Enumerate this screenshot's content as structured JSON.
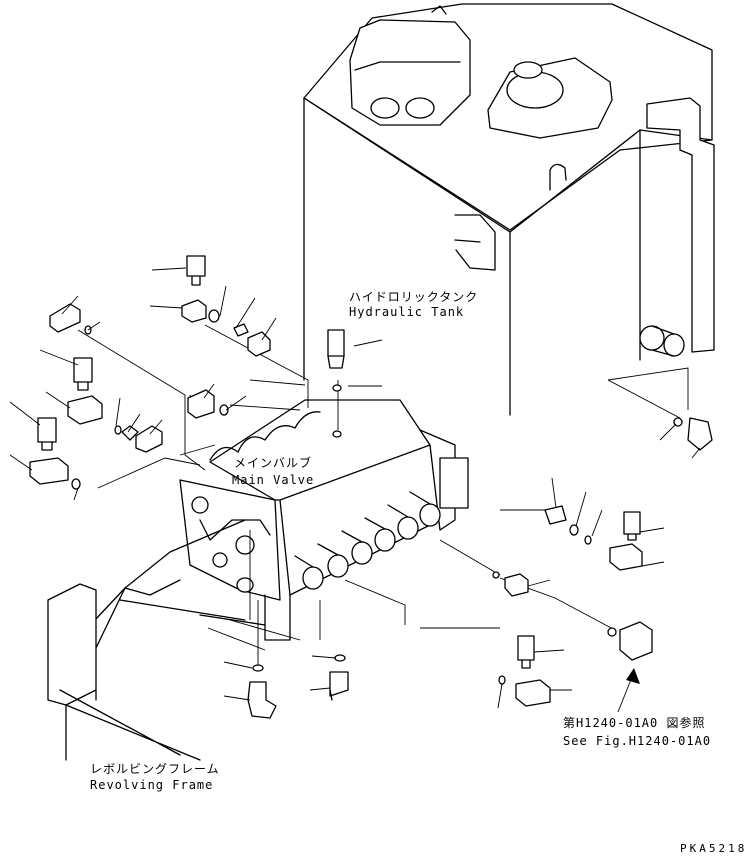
{
  "labels": {
    "hydraulic_tank_jp": "ハイドロリックタンク",
    "hydraulic_tank_en": "Hydraulic Tank",
    "main_valve_jp": "メインバルブ",
    "main_valve_en": "Main Valve",
    "revolving_frame_jp": "レボルビングフレーム",
    "revolving_frame_en": "Revolving Frame",
    "see_fig_jp": "第H1240-01A0 図参照",
    "see_fig_en": "See Fig.H1240-01A0",
    "drawing_code": "PKA5218"
  }
}
